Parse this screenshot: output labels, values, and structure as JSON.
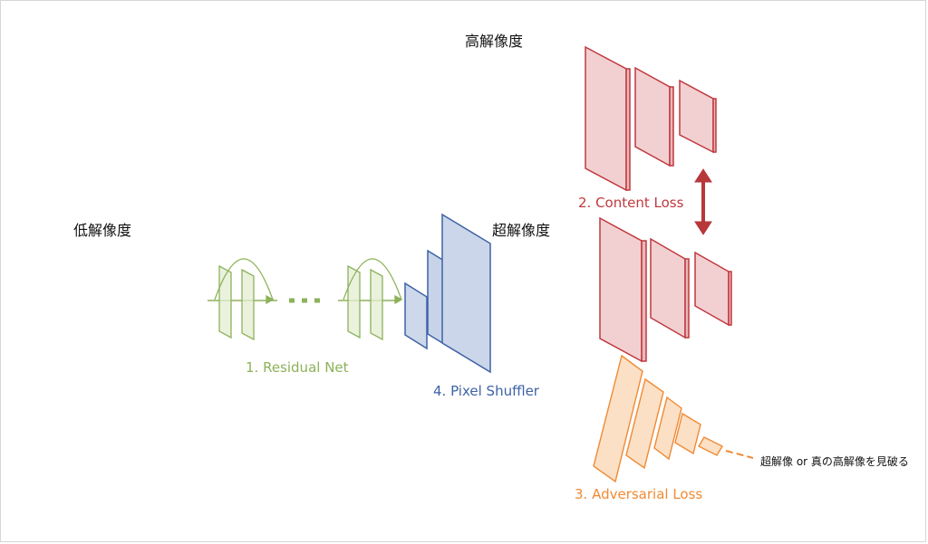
{
  "labels": {
    "high_res": "高解像度",
    "low_res": "低解像度",
    "super_res": "超解像度",
    "residual_net": "1. Residual Net",
    "content_loss": "2. Content Loss",
    "adversarial_loss": "3. Adversarial Loss",
    "pixel_shuffler": "4. Pixel Shuffler",
    "discriminator_output": "超解像 or 真の高解像を見破る"
  },
  "colors": {
    "green": "#8db25a",
    "blue": "#3e62a6",
    "red": "#c0393e",
    "orange": "#f08a33"
  },
  "icons": [
    "brain-robot-illustration",
    "people-illustration"
  ]
}
